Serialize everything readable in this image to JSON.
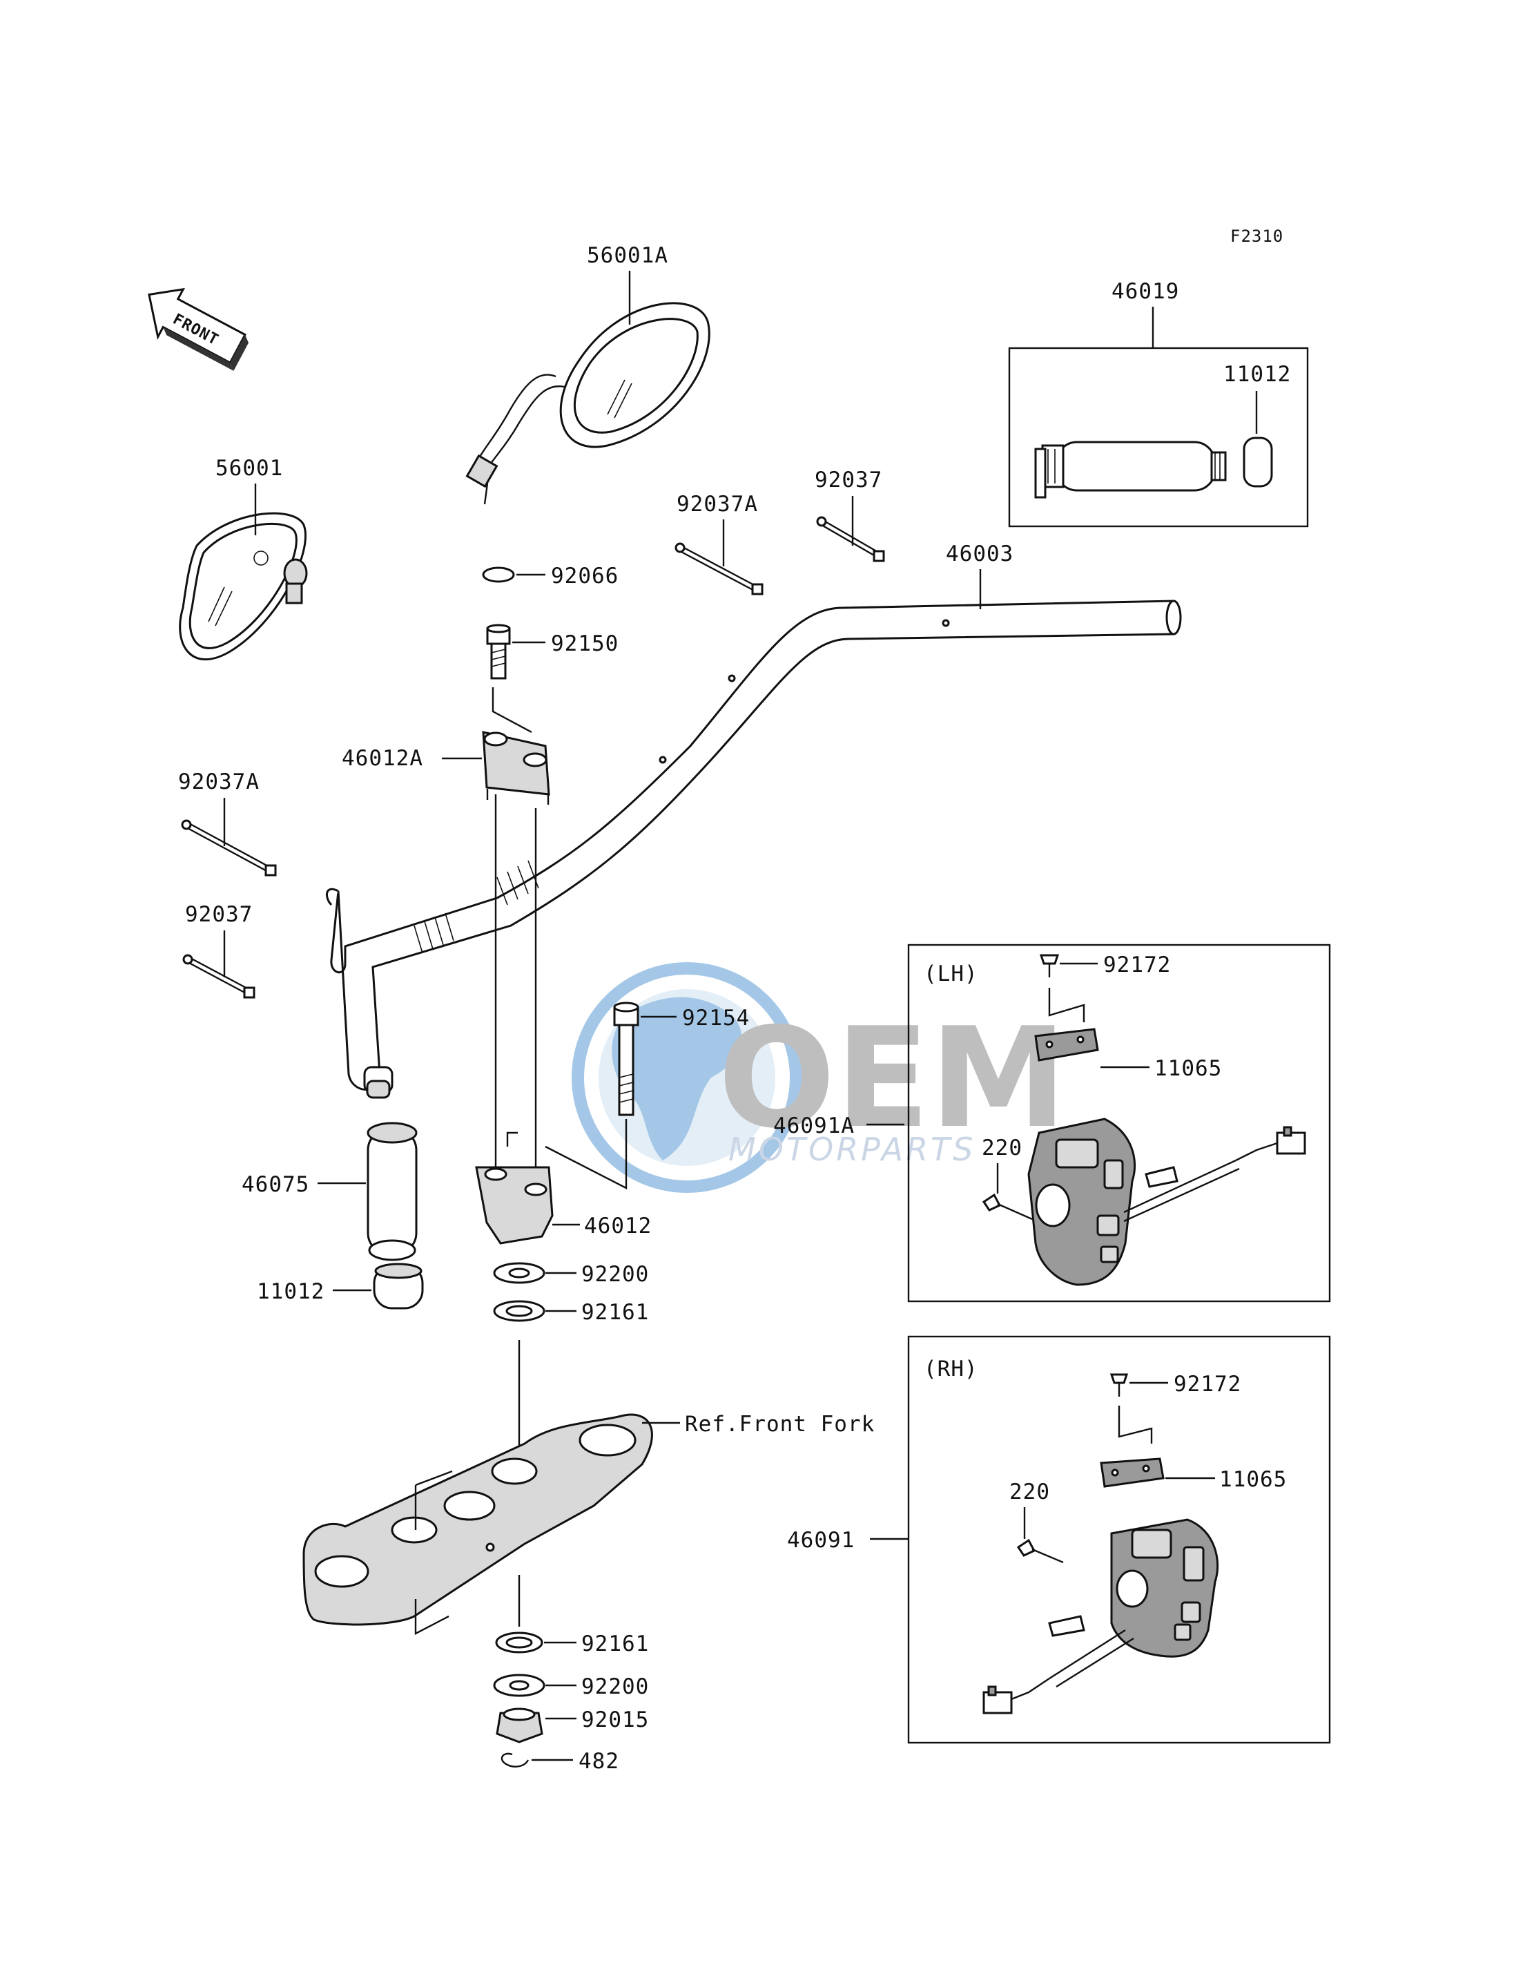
{
  "figure_code": "F2310",
  "front_arrow": {
    "label": "FRONT",
    "icon": "front-direction-arrow-icon"
  },
  "labels": {
    "mirror_right": "56001A",
    "mirror_left": "56001",
    "clamp_set": "46019",
    "grip_end_top": "11012",
    "band_a_top": "92037A",
    "band_top": "92037",
    "handlebar": "46003",
    "cap": "92066",
    "bolt_cap": "92150",
    "holder_upper": "46012A",
    "band_a_left": "92037A",
    "band_left": "92037",
    "bolt_long": "92154",
    "grip_left": "46075",
    "holder_lower": "46012",
    "grip_end_left": "11012",
    "washer_1": "92200",
    "washer_2": "92161",
    "ref_front_fork": "Ref.Front Fork",
    "washer_3": "92161",
    "washer_4": "92200",
    "nut": "92015",
    "clip": "482",
    "lh_title": "(LH)",
    "lh_screw": "92172",
    "lh_cover": "11065",
    "lh_switch": "46091A",
    "lh_bolt": "220",
    "rh_title": "(RH)",
    "rh_screw": "92172",
    "rh_cover": "11065",
    "rh_bolt": "220",
    "rh_switch": "46091"
  },
  "watermark": {
    "brand": "OEM",
    "sub": "MOTORPARTS",
    "icon": "globe-logo-icon"
  },
  "colors": {
    "line": "#111111",
    "watermark_blue": "#5b9bd5",
    "watermark_gray": "#9a9a9a"
  }
}
